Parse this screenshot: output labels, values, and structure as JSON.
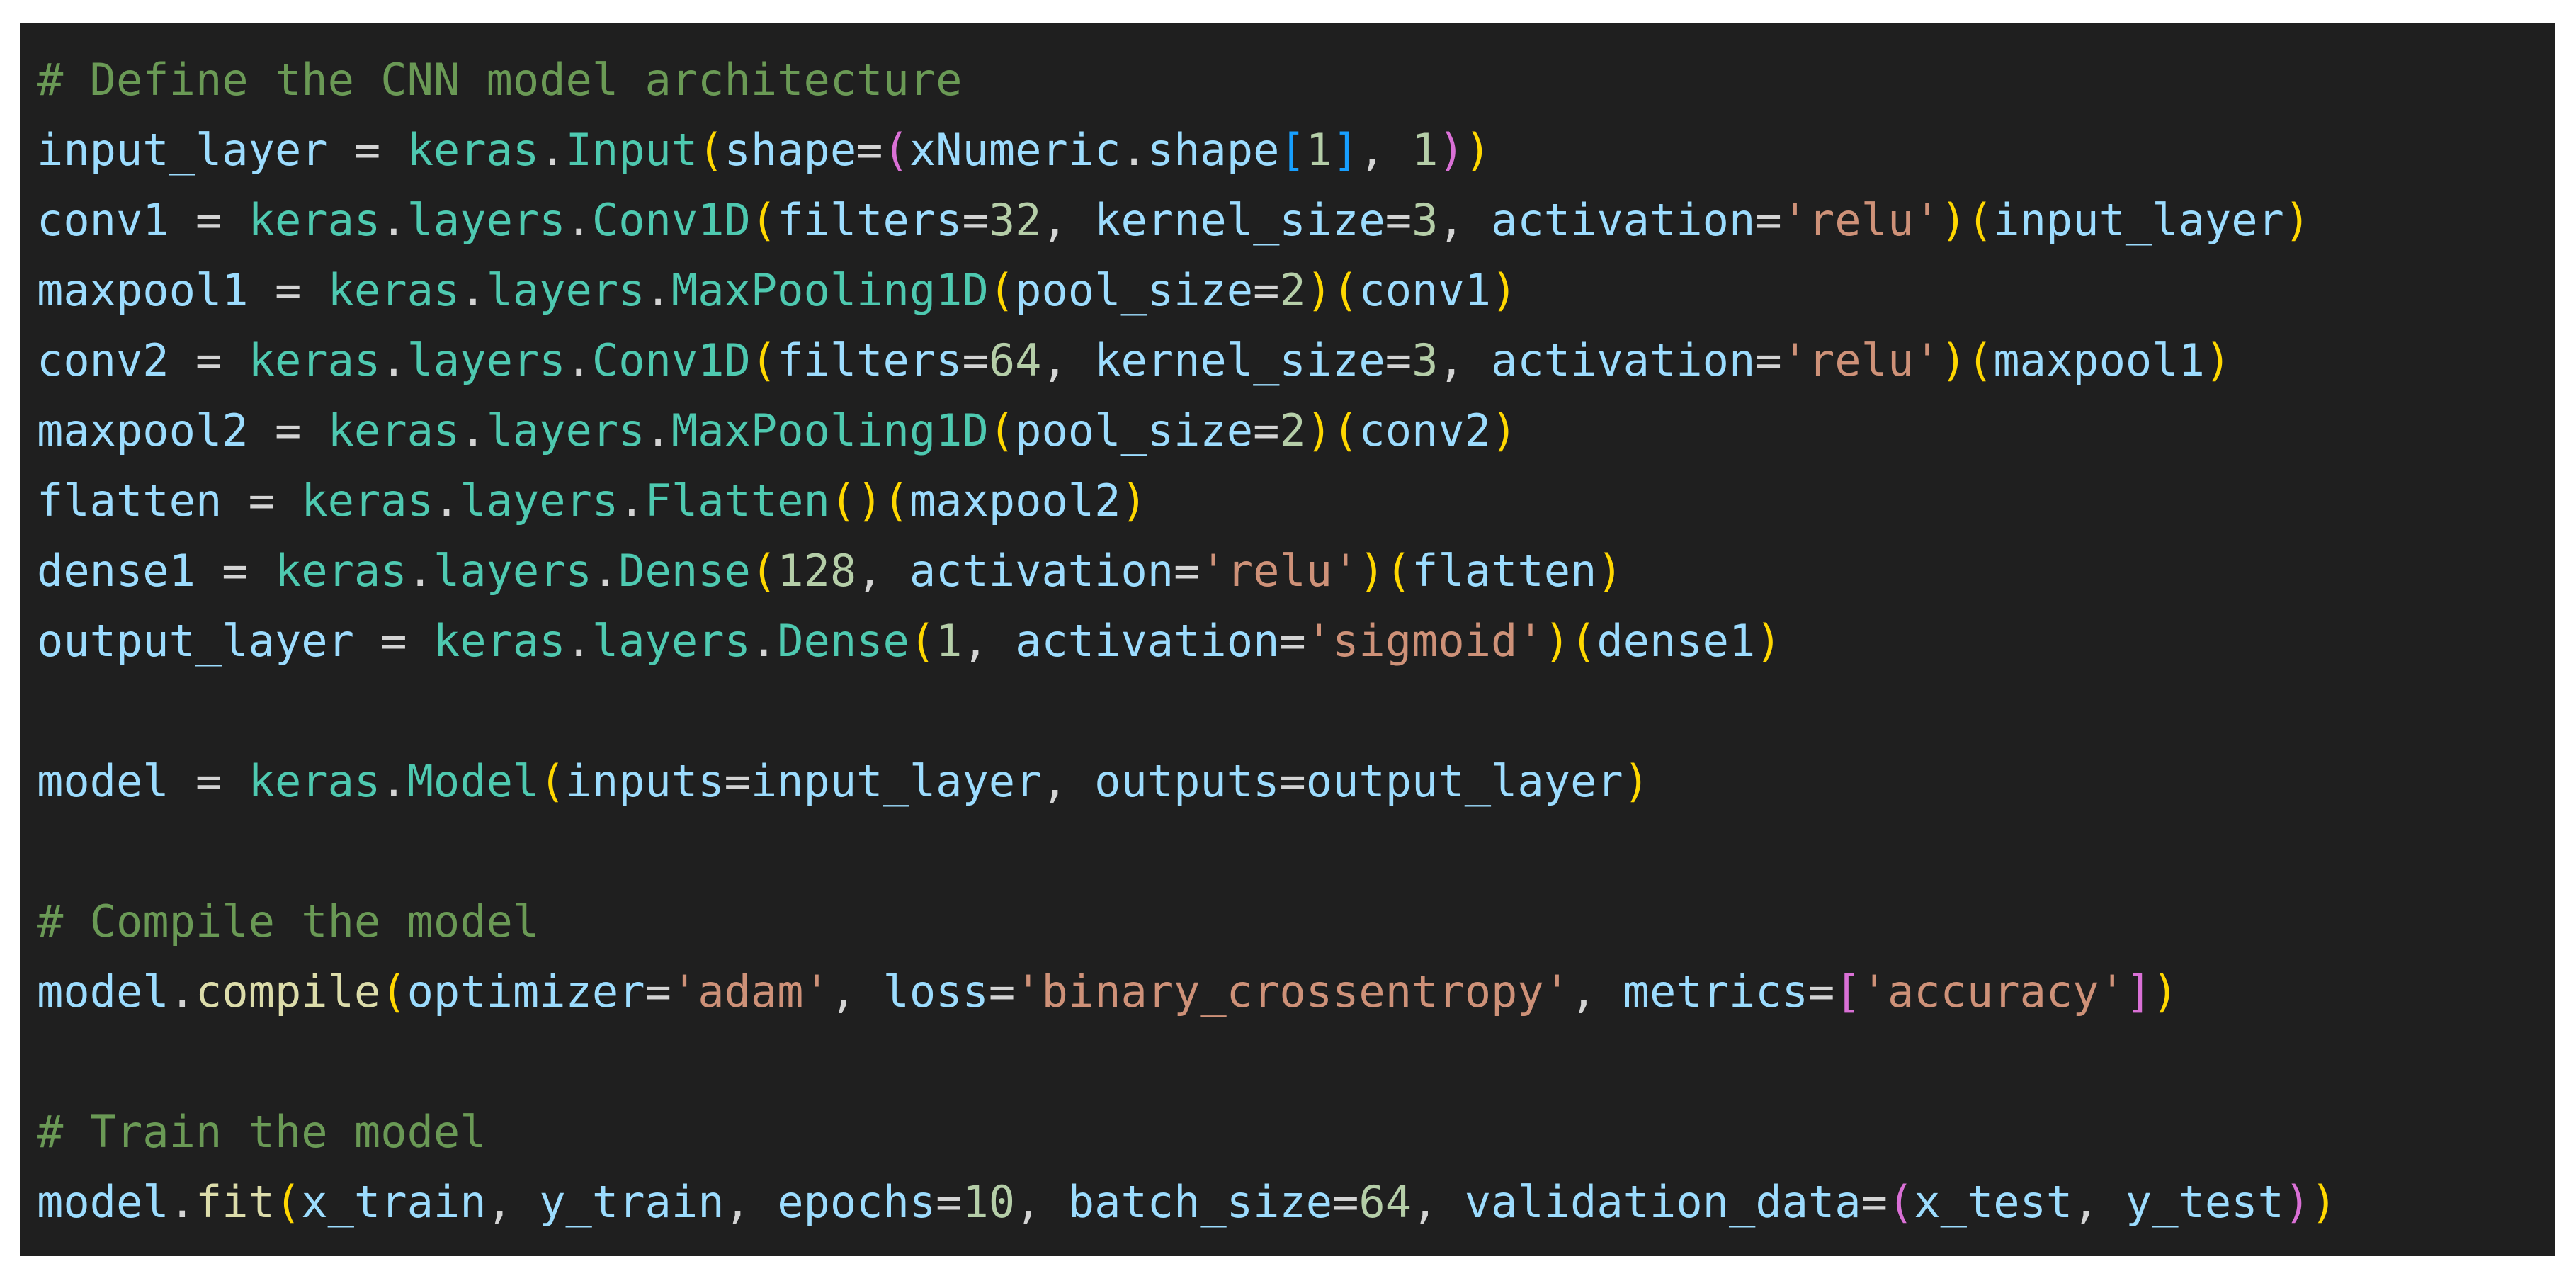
{
  "editor": {
    "theme_colors": {
      "background": "#1f1f1f",
      "comment": "#6a9955",
      "variable": "#9cdcfe",
      "module": "#4ec9b0",
      "function": "#dcdcaa",
      "number": "#b5cea8",
      "string": "#ce9178",
      "bracket_level_1": "#ffd700",
      "bracket_level_2": "#da70d6",
      "bracket_level_3": "#179fff"
    },
    "lines": [
      [
        {
          "t": "# Define the CNN model architecture",
          "c": "cm"
        }
      ],
      [
        {
          "t": "input_layer",
          "c": "var"
        },
        {
          "t": " = ",
          "c": "op"
        },
        {
          "t": "keras",
          "c": "mod"
        },
        {
          "t": ".",
          "c": "op"
        },
        {
          "t": "Input",
          "c": "mod"
        },
        {
          "t": "(",
          "c": "p1"
        },
        {
          "t": "shape",
          "c": "var"
        },
        {
          "t": "=",
          "c": "op"
        },
        {
          "t": "(",
          "c": "p2"
        },
        {
          "t": "xNumeric",
          "c": "var"
        },
        {
          "t": ".",
          "c": "op"
        },
        {
          "t": "shape",
          "c": "var"
        },
        {
          "t": "[",
          "c": "p3"
        },
        {
          "t": "1",
          "c": "num"
        },
        {
          "t": "]",
          "c": "p3"
        },
        {
          "t": ", ",
          "c": "op"
        },
        {
          "t": "1",
          "c": "num"
        },
        {
          "t": ")",
          "c": "p2"
        },
        {
          "t": ")",
          "c": "p1"
        }
      ],
      [
        {
          "t": "conv1",
          "c": "var"
        },
        {
          "t": " = ",
          "c": "op"
        },
        {
          "t": "keras",
          "c": "mod"
        },
        {
          "t": ".",
          "c": "op"
        },
        {
          "t": "layers",
          "c": "mod"
        },
        {
          "t": ".",
          "c": "op"
        },
        {
          "t": "Conv1D",
          "c": "mod"
        },
        {
          "t": "(",
          "c": "p1"
        },
        {
          "t": "filters",
          "c": "var"
        },
        {
          "t": "=",
          "c": "op"
        },
        {
          "t": "32",
          "c": "num"
        },
        {
          "t": ", ",
          "c": "op"
        },
        {
          "t": "kernel_size",
          "c": "var"
        },
        {
          "t": "=",
          "c": "op"
        },
        {
          "t": "3",
          "c": "num"
        },
        {
          "t": ", ",
          "c": "op"
        },
        {
          "t": "activation",
          "c": "var"
        },
        {
          "t": "=",
          "c": "op"
        },
        {
          "t": "'relu'",
          "c": "str"
        },
        {
          "t": ")",
          "c": "p1"
        },
        {
          "t": "(",
          "c": "p1"
        },
        {
          "t": "input_layer",
          "c": "var"
        },
        {
          "t": ")",
          "c": "p1"
        }
      ],
      [
        {
          "t": "maxpool1",
          "c": "var"
        },
        {
          "t": " = ",
          "c": "op"
        },
        {
          "t": "keras",
          "c": "mod"
        },
        {
          "t": ".",
          "c": "op"
        },
        {
          "t": "layers",
          "c": "mod"
        },
        {
          "t": ".",
          "c": "op"
        },
        {
          "t": "MaxPooling1D",
          "c": "mod"
        },
        {
          "t": "(",
          "c": "p1"
        },
        {
          "t": "pool_size",
          "c": "var"
        },
        {
          "t": "=",
          "c": "op"
        },
        {
          "t": "2",
          "c": "num"
        },
        {
          "t": ")",
          "c": "p1"
        },
        {
          "t": "(",
          "c": "p1"
        },
        {
          "t": "conv1",
          "c": "var"
        },
        {
          "t": ")",
          "c": "p1"
        }
      ],
      [
        {
          "t": "conv2",
          "c": "var"
        },
        {
          "t": " = ",
          "c": "op"
        },
        {
          "t": "keras",
          "c": "mod"
        },
        {
          "t": ".",
          "c": "op"
        },
        {
          "t": "layers",
          "c": "mod"
        },
        {
          "t": ".",
          "c": "op"
        },
        {
          "t": "Conv1D",
          "c": "mod"
        },
        {
          "t": "(",
          "c": "p1"
        },
        {
          "t": "filters",
          "c": "var"
        },
        {
          "t": "=",
          "c": "op"
        },
        {
          "t": "64",
          "c": "num"
        },
        {
          "t": ", ",
          "c": "op"
        },
        {
          "t": "kernel_size",
          "c": "var"
        },
        {
          "t": "=",
          "c": "op"
        },
        {
          "t": "3",
          "c": "num"
        },
        {
          "t": ", ",
          "c": "op"
        },
        {
          "t": "activation",
          "c": "var"
        },
        {
          "t": "=",
          "c": "op"
        },
        {
          "t": "'relu'",
          "c": "str"
        },
        {
          "t": ")",
          "c": "p1"
        },
        {
          "t": "(",
          "c": "p1"
        },
        {
          "t": "maxpool1",
          "c": "var"
        },
        {
          "t": ")",
          "c": "p1"
        }
      ],
      [
        {
          "t": "maxpool2",
          "c": "var"
        },
        {
          "t": " = ",
          "c": "op"
        },
        {
          "t": "keras",
          "c": "mod"
        },
        {
          "t": ".",
          "c": "op"
        },
        {
          "t": "layers",
          "c": "mod"
        },
        {
          "t": ".",
          "c": "op"
        },
        {
          "t": "MaxPooling1D",
          "c": "mod"
        },
        {
          "t": "(",
          "c": "p1"
        },
        {
          "t": "pool_size",
          "c": "var"
        },
        {
          "t": "=",
          "c": "op"
        },
        {
          "t": "2",
          "c": "num"
        },
        {
          "t": ")",
          "c": "p1"
        },
        {
          "t": "(",
          "c": "p1"
        },
        {
          "t": "conv2",
          "c": "var"
        },
        {
          "t": ")",
          "c": "p1"
        }
      ],
      [
        {
          "t": "flatten",
          "c": "var"
        },
        {
          "t": " = ",
          "c": "op"
        },
        {
          "t": "keras",
          "c": "mod"
        },
        {
          "t": ".",
          "c": "op"
        },
        {
          "t": "layers",
          "c": "mod"
        },
        {
          "t": ".",
          "c": "op"
        },
        {
          "t": "Flatten",
          "c": "mod"
        },
        {
          "t": "(",
          "c": "p1"
        },
        {
          "t": ")",
          "c": "p1"
        },
        {
          "t": "(",
          "c": "p1"
        },
        {
          "t": "maxpool2",
          "c": "var"
        },
        {
          "t": ")",
          "c": "p1"
        }
      ],
      [
        {
          "t": "dense1",
          "c": "var"
        },
        {
          "t": " = ",
          "c": "op"
        },
        {
          "t": "keras",
          "c": "mod"
        },
        {
          "t": ".",
          "c": "op"
        },
        {
          "t": "layers",
          "c": "mod"
        },
        {
          "t": ".",
          "c": "op"
        },
        {
          "t": "Dense",
          "c": "mod"
        },
        {
          "t": "(",
          "c": "p1"
        },
        {
          "t": "128",
          "c": "num"
        },
        {
          "t": ", ",
          "c": "op"
        },
        {
          "t": "activation",
          "c": "var"
        },
        {
          "t": "=",
          "c": "op"
        },
        {
          "t": "'relu'",
          "c": "str"
        },
        {
          "t": ")",
          "c": "p1"
        },
        {
          "t": "(",
          "c": "p1"
        },
        {
          "t": "flatten",
          "c": "var"
        },
        {
          "t": ")",
          "c": "p1"
        }
      ],
      [
        {
          "t": "output_layer",
          "c": "var"
        },
        {
          "t": " = ",
          "c": "op"
        },
        {
          "t": "keras",
          "c": "mod"
        },
        {
          "t": ".",
          "c": "op"
        },
        {
          "t": "layers",
          "c": "mod"
        },
        {
          "t": ".",
          "c": "op"
        },
        {
          "t": "Dense",
          "c": "mod"
        },
        {
          "t": "(",
          "c": "p1"
        },
        {
          "t": "1",
          "c": "num"
        },
        {
          "t": ", ",
          "c": "op"
        },
        {
          "t": "activation",
          "c": "var"
        },
        {
          "t": "=",
          "c": "op"
        },
        {
          "t": "'sigmoid'",
          "c": "str"
        },
        {
          "t": ")",
          "c": "p1"
        },
        {
          "t": "(",
          "c": "p1"
        },
        {
          "t": "dense1",
          "c": "var"
        },
        {
          "t": ")",
          "c": "p1"
        }
      ],
      [],
      [
        {
          "t": "model",
          "c": "var"
        },
        {
          "t": " = ",
          "c": "op"
        },
        {
          "t": "keras",
          "c": "mod"
        },
        {
          "t": ".",
          "c": "op"
        },
        {
          "t": "Model",
          "c": "mod"
        },
        {
          "t": "(",
          "c": "p1"
        },
        {
          "t": "inputs",
          "c": "var"
        },
        {
          "t": "=",
          "c": "op"
        },
        {
          "t": "input_layer",
          "c": "var"
        },
        {
          "t": ", ",
          "c": "op"
        },
        {
          "t": "outputs",
          "c": "var"
        },
        {
          "t": "=",
          "c": "op"
        },
        {
          "t": "output_layer",
          "c": "var"
        },
        {
          "t": ")",
          "c": "p1"
        }
      ],
      [],
      [
        {
          "t": "# Compile the model",
          "c": "cm"
        }
      ],
      [
        {
          "t": "model",
          "c": "var"
        },
        {
          "t": ".",
          "c": "op"
        },
        {
          "t": "compile",
          "c": "fn"
        },
        {
          "t": "(",
          "c": "p1"
        },
        {
          "t": "optimizer",
          "c": "var"
        },
        {
          "t": "=",
          "c": "op"
        },
        {
          "t": "'adam'",
          "c": "str"
        },
        {
          "t": ", ",
          "c": "op"
        },
        {
          "t": "loss",
          "c": "var"
        },
        {
          "t": "=",
          "c": "op"
        },
        {
          "t": "'binary_crossentropy'",
          "c": "str"
        },
        {
          "t": ", ",
          "c": "op"
        },
        {
          "t": "metrics",
          "c": "var"
        },
        {
          "t": "=",
          "c": "op"
        },
        {
          "t": "[",
          "c": "p2"
        },
        {
          "t": "'accuracy'",
          "c": "str"
        },
        {
          "t": "]",
          "c": "p2"
        },
        {
          "t": ")",
          "c": "p1"
        }
      ],
      [],
      [
        {
          "t": "# Train the model",
          "c": "cm"
        }
      ],
      [
        {
          "t": "model",
          "c": "var"
        },
        {
          "t": ".",
          "c": "op"
        },
        {
          "t": "fit",
          "c": "fn"
        },
        {
          "t": "(",
          "c": "p1"
        },
        {
          "t": "x_train",
          "c": "var"
        },
        {
          "t": ", ",
          "c": "op"
        },
        {
          "t": "y_train",
          "c": "var"
        },
        {
          "t": ", ",
          "c": "op"
        },
        {
          "t": "epochs",
          "c": "var"
        },
        {
          "t": "=",
          "c": "op"
        },
        {
          "t": "10",
          "c": "num"
        },
        {
          "t": ", ",
          "c": "op"
        },
        {
          "t": "batch_size",
          "c": "var"
        },
        {
          "t": "=",
          "c": "op"
        },
        {
          "t": "64",
          "c": "num"
        },
        {
          "t": ", ",
          "c": "op"
        },
        {
          "t": "validation_data",
          "c": "var"
        },
        {
          "t": "=",
          "c": "op"
        },
        {
          "t": "(",
          "c": "p2"
        },
        {
          "t": "x_test",
          "c": "var"
        },
        {
          "t": ", ",
          "c": "op"
        },
        {
          "t": "y_test",
          "c": "var"
        },
        {
          "t": ")",
          "c": "p2"
        },
        {
          "t": ")",
          "c": "p1"
        }
      ]
    ]
  }
}
